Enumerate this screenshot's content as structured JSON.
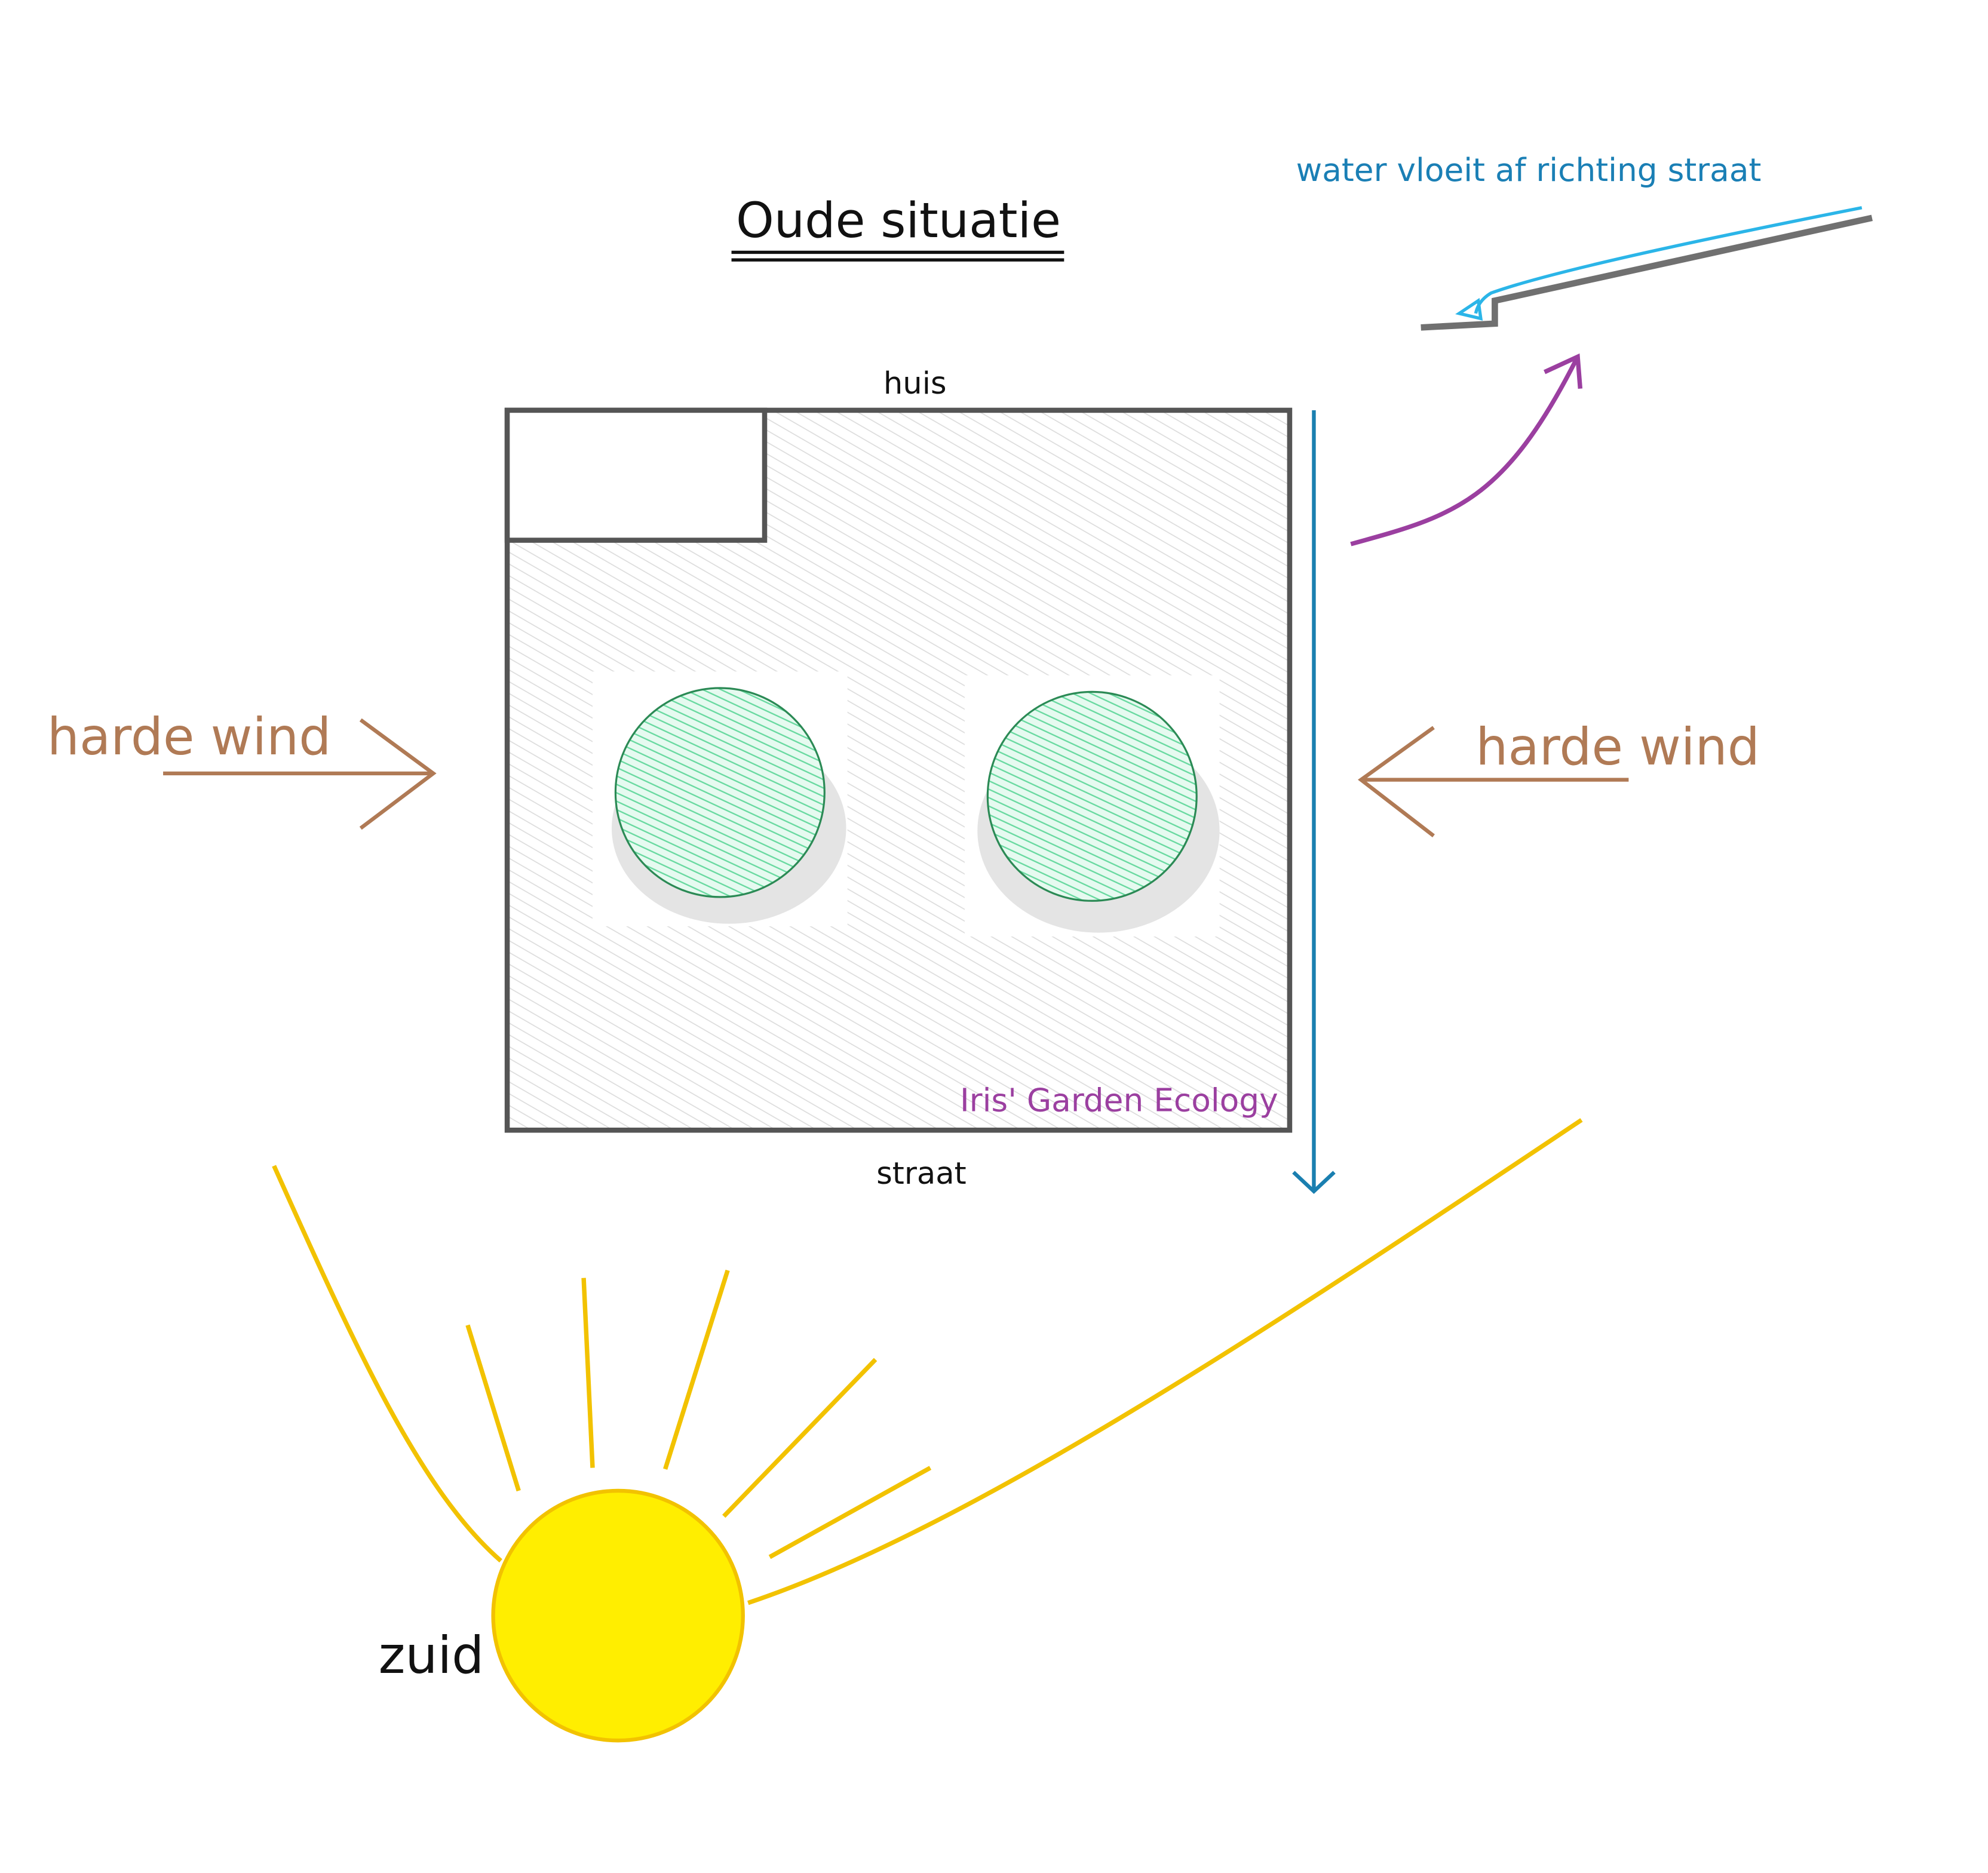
{
  "title": "Oude situatie",
  "water_note": "water vloeit af richting straat",
  "labels": {
    "house": "huis",
    "street": "straat",
    "wind_left": "harde wind",
    "wind_right": "harde wind",
    "south": "zuid",
    "credit": "Iris' Garden Ecology"
  },
  "colors": {
    "wind": "#b07a55",
    "water": "#1a7fb5",
    "water_light": "#2bb5e8",
    "credit": "#9b3fa0",
    "sun_fill": "#ffee00",
    "sun_stroke": "#f2c200",
    "tree": "#7fe0b0",
    "outline": "#555555"
  }
}
